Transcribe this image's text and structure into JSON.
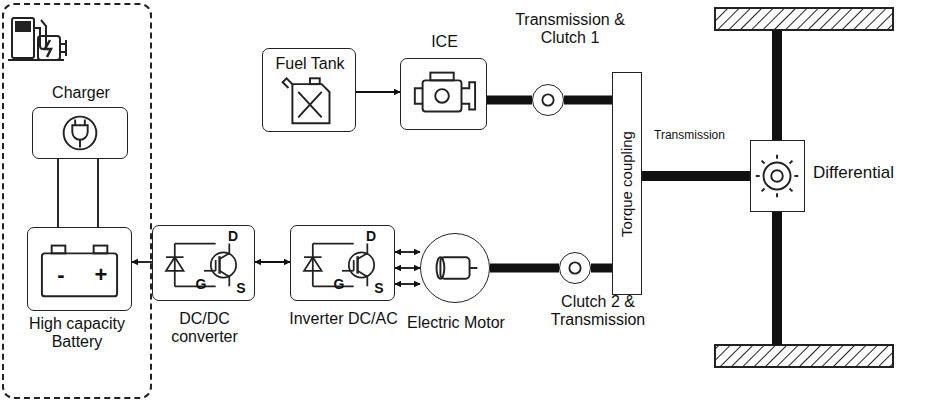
{
  "diagram": {
    "nodes": [
      {
        "text": [
          "High capacity Battery"
        ]
      },
      {
        "text": [
          "Charger"
        ],
        "in": 0
      },
      {
        "text": [
          "-",
          "+"
        ],
        "in": 0
      },
      {
        "text": [
          "Fuel Tank"
        ]
      },
      {
        "text": [
          "ICE"
        ]
      },
      {
        "text": [
          "Transmission & Clutch 1"
        ]
      },
      {
        "text": [
          "Torque coupling"
        ]
      },
      {
        "text": [
          "Differential"
        ]
      },
      {
        "text": [
          "D",
          "G",
          "S",
          "DC/DC converter"
        ]
      },
      {
        "text": [
          "D",
          "G",
          "S",
          "Inverter DC/AC"
        ]
      },
      {
        "text": [
          "Electric Motor"
        ]
      },
      {
        "text": [
          "Clutch 2 & Transmission"
        ]
      }
    ],
    "edges": [
      {
        "from": 1,
        "to": 2,
        "arrow": "none"
      },
      {
        "from": 1,
        "to": 2,
        "arrow": "none"
      },
      {
        "from": 8,
        "to": 2,
        "arrow": "to"
      },
      {
        "from": 8,
        "to": 9,
        "arrow": "both"
      },
      {
        "from": 9,
        "to": 10,
        "arrow": "both"
      },
      {
        "from": 9,
        "to": 10,
        "arrow": "both"
      },
      {
        "from": 9,
        "to": 10,
        "arrow": "both"
      },
      {
        "from": 3,
        "to": 4,
        "arrow": "to"
      },
      {
        "from": 4,
        "to": 5,
        "arrow": "none"
      },
      {
        "from": 5,
        "to": 6,
        "arrow": "none"
      },
      {
        "from": 10,
        "to": 11,
        "arrow": "none"
      },
      {
        "from": 11,
        "to": 6,
        "arrow": "none"
      },
      {
        "from": 6,
        "to": 7,
        "arrow": "none",
        "label": "Transmission"
      }
    ]
  }
}
